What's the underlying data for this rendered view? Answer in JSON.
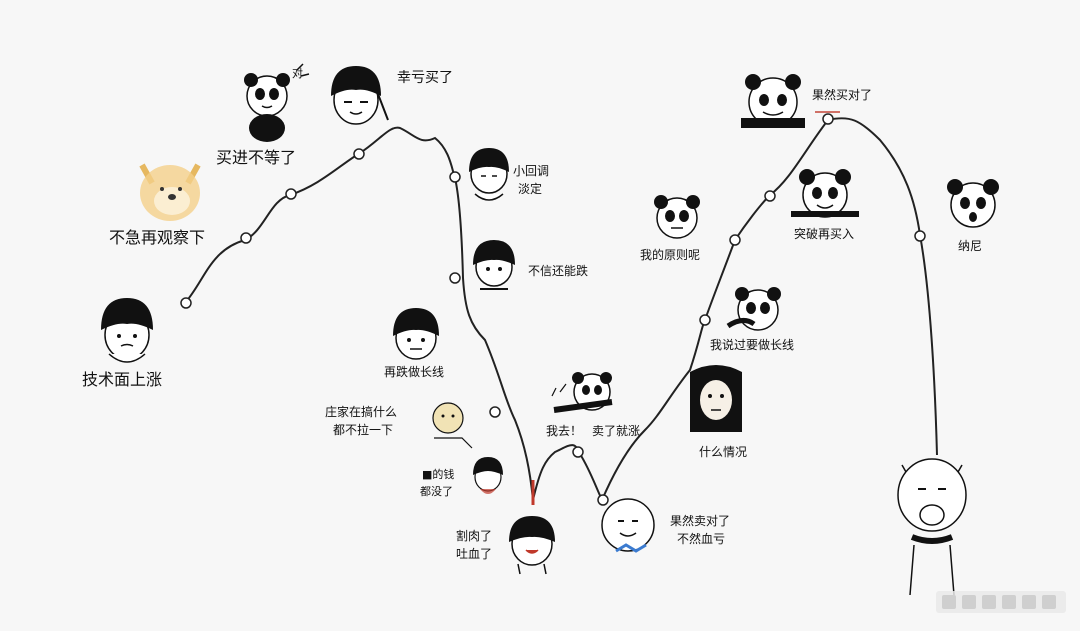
{
  "labels": {
    "tech_rise": "技术面上涨",
    "wait_observe": "不急再观察下",
    "buy_cant_wait": "买进不等了",
    "lucky_bought": "幸亏买了",
    "small_adjust": "小回调",
    "calm": "淡定",
    "dont_believe": "不信还能跌",
    "drop_more_long": "再跌做长线",
    "dealer_1": "庄家在搞什么",
    "dealer_2": "都不拉一下",
    "money_1": "■的钱",
    "money_2": "都没了",
    "cut_1": "割肉了",
    "cut_2": "吐血了",
    "sold_1": "我去！",
    "sold_2": "卖了就涨",
    "sold_right_1": "果然卖对了",
    "sold_right_2": "不然血亏",
    "what_happened": "什么情况",
    "said_long": "我说过要做长线",
    "my_principle": "我的原则呢",
    "breakout_buy": "突破再买入",
    "bought_right": "果然买对了",
    "nani": "纳尼",
    "dui": "对"
  },
  "colors": {
    "line": "#222222",
    "node_fill": "#ffffff",
    "blood": "#c0392b",
    "bg": "#f7f7f7"
  },
  "faces": [
    {
      "name": "tech-rise-face-icon",
      "type": "mushroom"
    },
    {
      "name": "wait-observe-doge-icon",
      "type": "doge"
    },
    {
      "name": "buy-cant-wait-panda-icon",
      "type": "panda"
    },
    {
      "name": "lucky-bought-face-icon",
      "type": "mushroom"
    },
    {
      "name": "small-adjust-face-icon",
      "type": "mushroom"
    },
    {
      "name": "dont-believe-face-icon",
      "type": "mushroom"
    },
    {
      "name": "drop-more-long-face-icon",
      "type": "mushroom"
    },
    {
      "name": "dealer-face-icon",
      "type": "mushroom"
    },
    {
      "name": "money-gone-face-icon",
      "type": "mushroom"
    },
    {
      "name": "cut-loss-face-icon",
      "type": "mushroom"
    },
    {
      "name": "sold-then-rise-panda-icon",
      "type": "panda"
    },
    {
      "name": "sold-right-face-icon",
      "type": "round"
    },
    {
      "name": "what-happened-face-icon",
      "type": "nun"
    },
    {
      "name": "said-long-panda-icon",
      "type": "panda"
    },
    {
      "name": "my-principle-panda-icon",
      "type": "panda"
    },
    {
      "name": "breakout-buy-panda-icon",
      "type": "panda"
    },
    {
      "name": "bought-right-panda-icon",
      "type": "panda"
    },
    {
      "name": "nani-panda-icon",
      "type": "panda"
    },
    {
      "name": "hanging-cat-icon",
      "type": "cat"
    }
  ]
}
